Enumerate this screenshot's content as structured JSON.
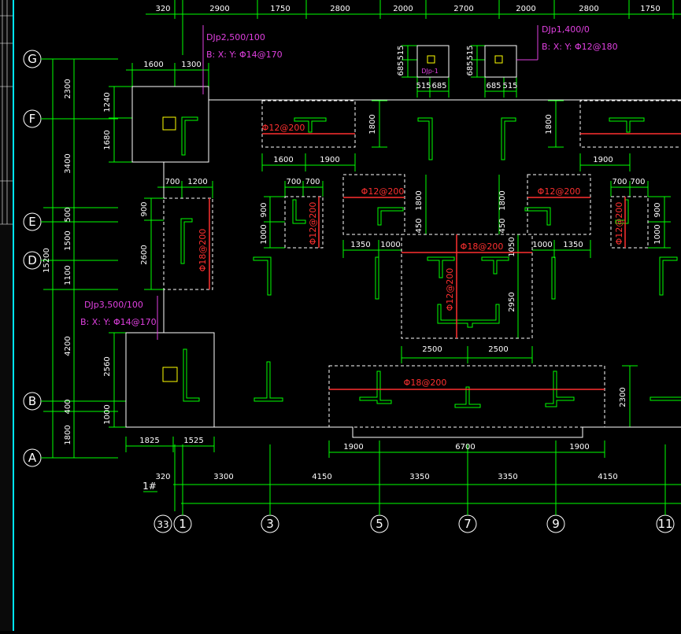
{
  "dims": {
    "top": [
      "320",
      "2900",
      "1750",
      "2800",
      "2000",
      "2700",
      "2000",
      "2800",
      "1750"
    ],
    "bottom_axis": [
      "320",
      "3300",
      "4150",
      "3350",
      "3350",
      "4150"
    ],
    "left_inner": [
      "2300",
      "3400",
      "500",
      "1500",
      "1100",
      "4200",
      "400",
      "1800"
    ],
    "left_overall": "15200",
    "pile_g": [
      "1600",
      "1300",
      "1240",
      "1680"
    ],
    "pile_e": [
      "700",
      "1200",
      "900",
      "2600"
    ],
    "pile_b": [
      "1825",
      "1525",
      "2560",
      "1000"
    ],
    "djp1": [
      "685",
      "515",
      "515",
      "685"
    ],
    "djp2": [
      "685",
      "515",
      "685",
      "515"
    ],
    "slab_f_left": [
      "1600",
      "1900",
      "1800"
    ],
    "slab_f_right": [
      "1800",
      "1900"
    ],
    "cap_e_left": [
      "700",
      "700",
      "900",
      "1000"
    ],
    "cap_e_right": [
      "700",
      "700",
      "900",
      "1000"
    ],
    "core": [
      "1800",
      "450",
      "1350",
      "1000",
      "1800",
      "450",
      "1000",
      "1350",
      "1050",
      "2950",
      "2500",
      "2500"
    ],
    "raft": [
      "1900",
      "6700",
      "1900",
      "2300"
    ]
  },
  "callouts": {
    "djp_g_line1": "DJp2,500/100",
    "djp_g_line2": "B: X: Y: Φ14@170",
    "djp_b_line1": "DJp3,500/100",
    "djp_b_line2": "B: X: Y: Φ14@170",
    "djp_tr_line1": "DJp1,400/0",
    "djp_tr_line2": "B: X: Y: Φ12@180",
    "djp1_tag": "DJp-1"
  },
  "rebar": {
    "slab_f_left": "Φ12@200",
    "core_top_left": "Φ12@200",
    "core_top_right": "Φ12@200",
    "core_main": "Φ18@200",
    "core_vertical": "Φ12@200",
    "pile_e": "Φ18@200",
    "cap_e_left": "Φ12@200",
    "cap_e_right": "Φ12@200",
    "raft": "Φ18@200"
  },
  "axes": {
    "rows": [
      "G",
      "F",
      "E",
      "D",
      "B",
      "A"
    ],
    "cols": [
      "33",
      "1",
      "3",
      "5",
      "7",
      "9",
      "11"
    ]
  },
  "misc": {
    "block_tag": "1#"
  }
}
